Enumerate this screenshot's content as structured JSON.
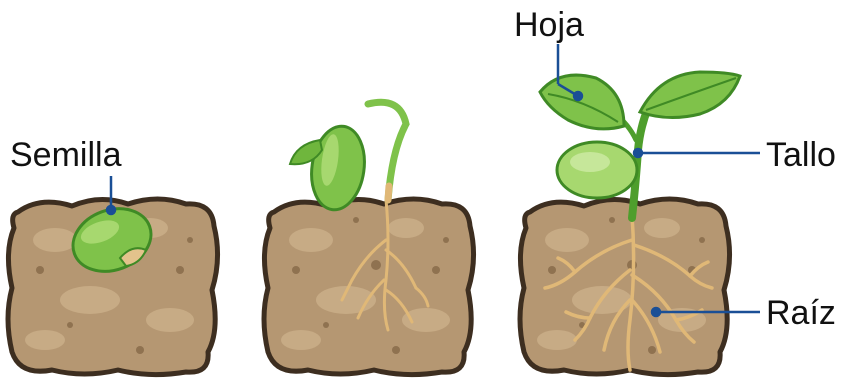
{
  "labels": {
    "seed": "Semilla",
    "leaf": "Hoja",
    "stem": "Tallo",
    "root": "Raíz"
  },
  "colors": {
    "soil": "#b59772",
    "soil_dark": "#8f7250",
    "soil_outline": "#3d2e20",
    "leaf_green": "#7fc24a",
    "leaf_dark": "#3f8a25",
    "stem_green": "#4e9e2c",
    "root": "#e0b877",
    "leader_line": "#1a4f96"
  },
  "icons": [
    "soil-block-icon",
    "seed-icon",
    "sprout-icon",
    "plant-icon",
    "roots-icon"
  ]
}
